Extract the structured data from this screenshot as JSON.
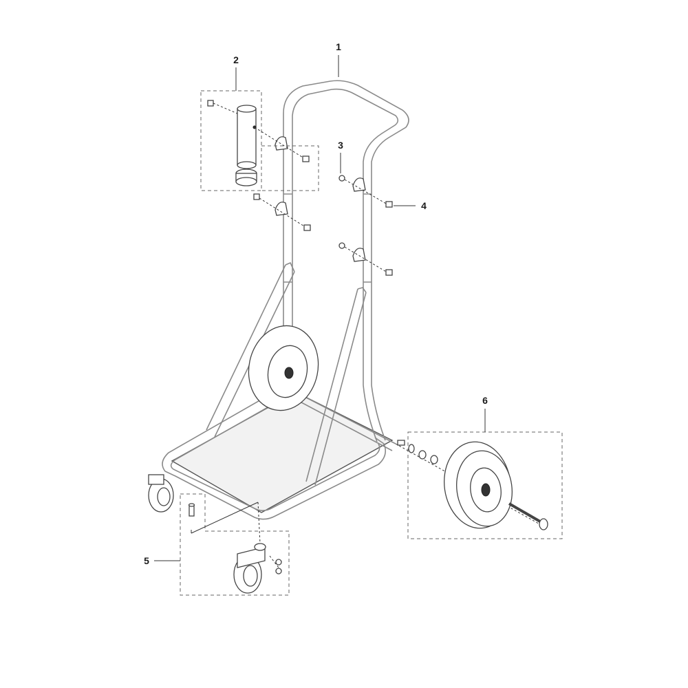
{
  "callouts": {
    "c1": "1",
    "c2": "2",
    "c3": "3",
    "c4": "4",
    "c5": "5",
    "c6": "6"
  },
  "colors": {
    "frame_stroke": "#8a8a8a",
    "line": "#333333",
    "background": "#ffffff"
  }
}
